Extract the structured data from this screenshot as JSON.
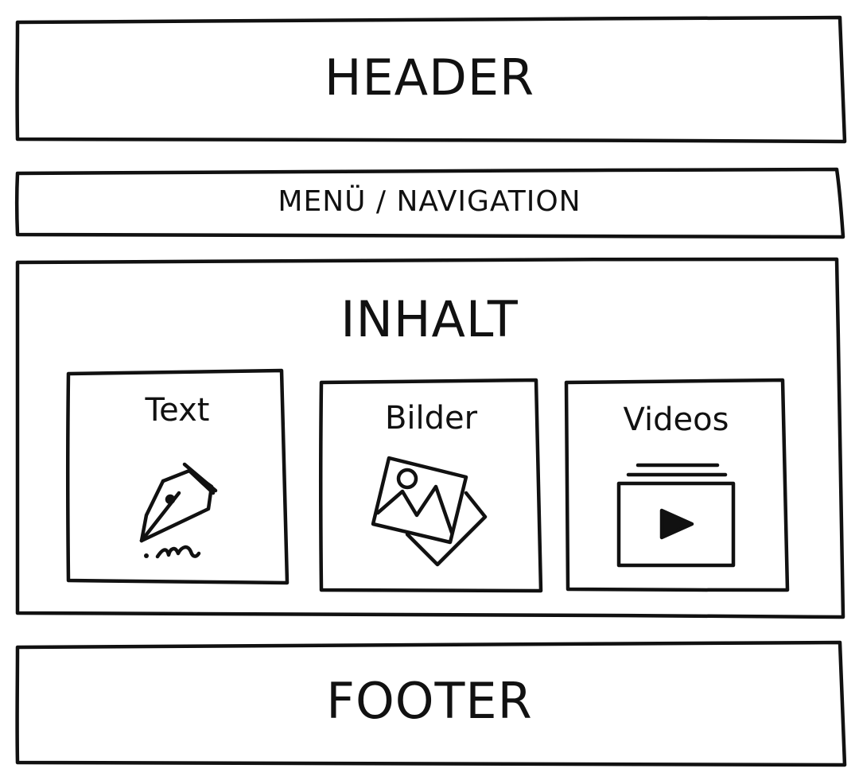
{
  "header": {
    "label": "HEADER"
  },
  "navigation": {
    "label": "MENÜ / NAVIGATION"
  },
  "content": {
    "label": "INHALT",
    "cards": [
      {
        "label": "Text",
        "icon": "pen-nib-icon"
      },
      {
        "label": "Bilder",
        "icon": "image-photos-icon"
      },
      {
        "label": "Videos",
        "icon": "video-play-icon"
      }
    ]
  },
  "footer": {
    "label": "FOOTER"
  },
  "colors": {
    "stroke": "#111111",
    "background": "#ffffff"
  }
}
